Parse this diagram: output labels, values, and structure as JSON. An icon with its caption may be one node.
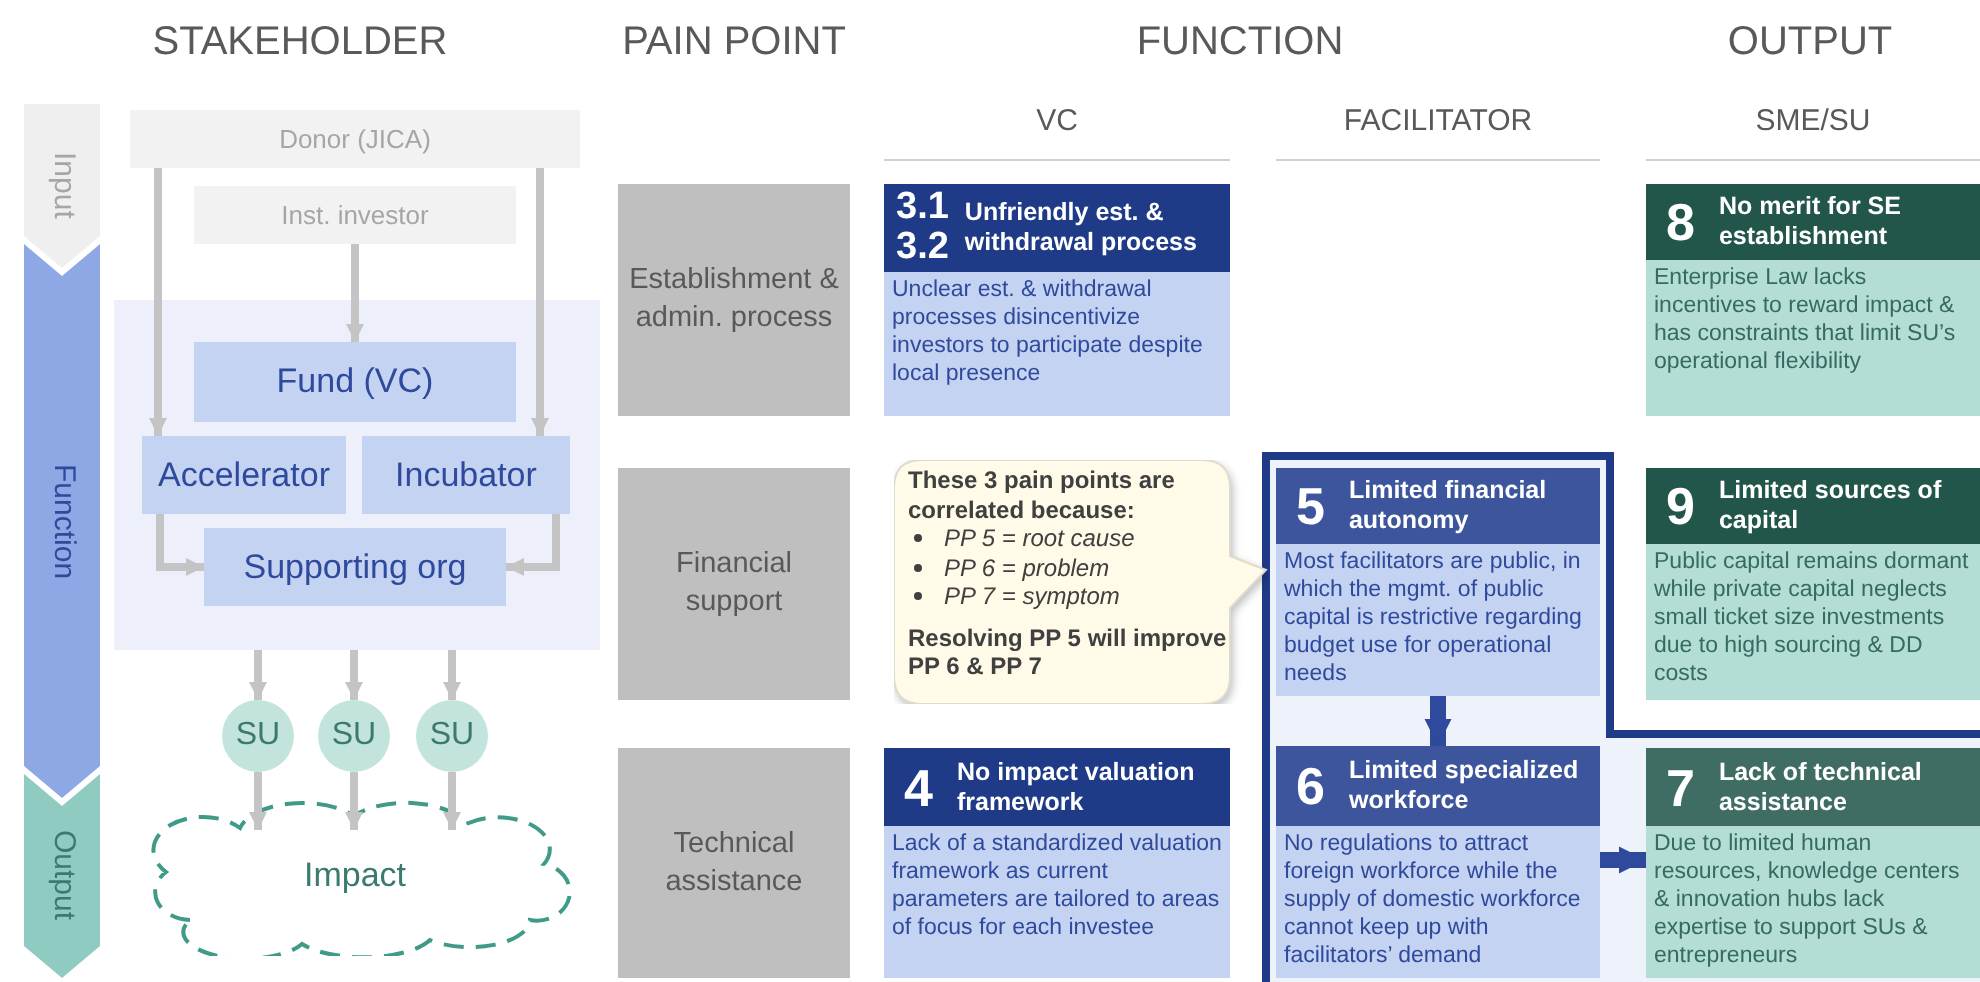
{
  "diagram": {
    "nodes": [
      {
        "text": [
          "Input"
        ]
      },
      {
        "text": [
          "Function"
        ]
      },
      {
        "text": [
          "Output"
        ]
      },
      {
        "text": [
          "Donor (JICA)"
        ]
      },
      {
        "text": [
          "Inst. investor"
        ]
      },
      {
        "text": [],
        "shape": "box"
      },
      {
        "text": [
          "Fund (VC)"
        ],
        "in": 5
      },
      {
        "text": [
          "Accelerator"
        ],
        "in": 5
      },
      {
        "text": [
          "Incubator"
        ],
        "in": 5
      },
      {
        "text": [
          "Supporting org"
        ],
        "in": 5
      },
      {
        "text": [
          "SU"
        ]
      },
      {
        "text": [
          "SU"
        ]
      },
      {
        "text": [
          "SU"
        ]
      },
      {
        "text": [
          "Impact"
        ]
      },
      {
        "text": [
          "Establishment & admin. process"
        ]
      },
      {
        "text": [
          "Financial support"
        ]
      },
      {
        "text": [
          "Technical assistance"
        ]
      },
      {
        "text": [
          "3.1",
          "3.2",
          "Unfriendly est. & withdrawal process",
          "Unclear est. & withdrawal processes disincentivize investors to participate despite local presence"
        ]
      },
      {
        "text": [
          "8",
          "No merit for SE establishment",
          "Enterprise Law lacks incentives to reward impact & has constraints that limit SU’s operational flexibility"
        ]
      },
      {
        "text": [
          "These 3 pain points are correlated because:",
          "PP 5 = root cause",
          "PP 6 = problem",
          "PP 7 = symptom",
          "Resolving PP 5 will improve PP 6 & PP 7"
        ]
      },
      {
        "text": [
          "5",
          "Limited financial autonomy",
          "Most facilitators are public, in which the mgmt. of public capital is restrictive regarding budget use for operational needs"
        ]
      },
      {
        "text": [
          "9",
          "Limited sources of capital",
          "Public capital remains dormant while private capital neglects small ticket size investments due to high sourcing & DD costs"
        ]
      },
      {
        "text": [
          "4",
          "No impact valuation framework",
          "Lack of a standardized valuation framework as current parameters are tailored to areas of focus for each investee"
        ]
      },
      {
        "text": [
          "6",
          "Limited specialized workforce",
          "No regulations to attract foreign workforce while the supply of domestic workforce cannot keep up with facilitators’ demand"
        ]
      },
      {
        "text": [
          "7",
          "Lack of technical assistance",
          "Due to limited human resources, knowledge centers & innovation hubs lack expertise to support SUs & entrepreneurs"
        ]
      }
    ],
    "edges": [
      {
        "from": 3,
        "to": 7,
        "arrow": "to"
      },
      {
        "from": 3,
        "to": 8,
        "arrow": "to"
      },
      {
        "from": 4,
        "to": 6,
        "arrow": "to"
      },
      {
        "from": 7,
        "to": 9,
        "arrow": "to"
      },
      {
        "from": 8,
        "to": 9,
        "arrow": "to"
      },
      {
        "from": 5,
        "to": 10,
        "arrow": "to"
      },
      {
        "from": 5,
        "to": 11,
        "arrow": "to"
      },
      {
        "from": 5,
        "to": 12,
        "arrow": "to"
      },
      {
        "from": 10,
        "to": 13,
        "arrow": "to"
      },
      {
        "from": 11,
        "to": 13,
        "arrow": "to"
      },
      {
        "from": 12,
        "to": 13,
        "arrow": "to"
      },
      {
        "from": 20,
        "to": 23,
        "arrow": "to",
        "style": "thick",
        "color": "#2f4a9c"
      },
      {
        "from": 23,
        "to": 24,
        "arrow": "to",
        "style": "thick",
        "color": "#2f4a9c"
      }
    ],
    "labels": [
      "STAKEHOLDER",
      "PAIN POINT",
      "FUNCTION",
      "OUTPUT",
      "VC",
      "FACILITATOR",
      "SME/SU"
    ]
  }
}
